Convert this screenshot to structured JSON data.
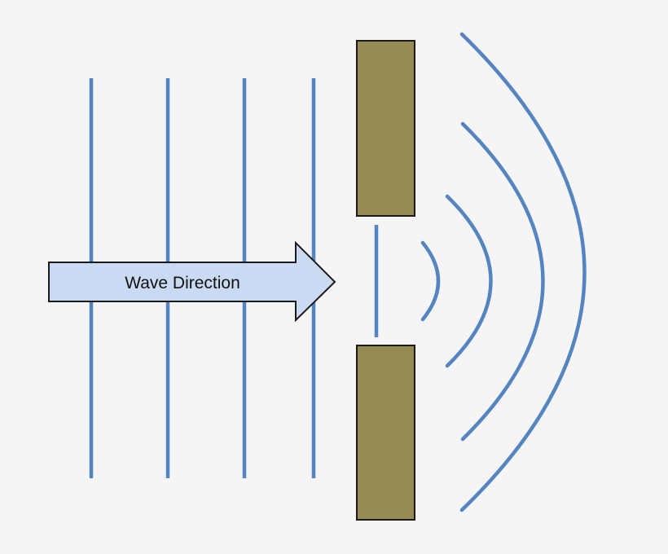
{
  "diagram": {
    "label": "Wave Direction",
    "colors": {
      "background": "#f5f5f6",
      "wave_line": "#5585c0",
      "barrier_fill": "#958a52",
      "barrier_stroke": "#1a1a1a",
      "arrow_fill": "#c9daf2",
      "arrow_stroke": "#1a1a1a",
      "text": "#111111"
    },
    "incoming_wavefronts": 4,
    "diffracted_wavefronts": 4,
    "barriers": 2
  }
}
